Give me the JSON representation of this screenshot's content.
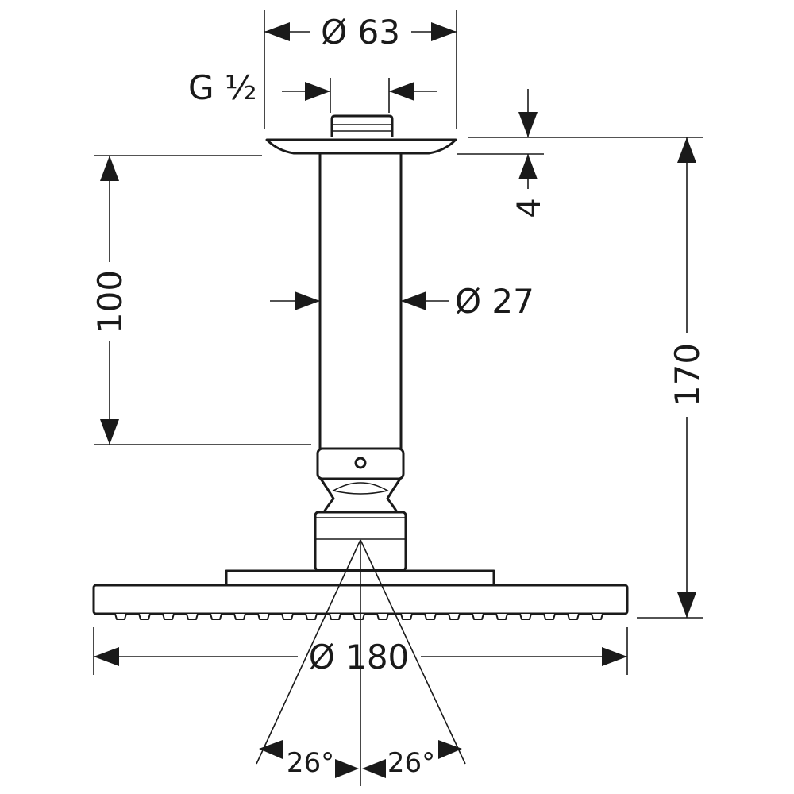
{
  "labels": {
    "flange_diameter": "Ø 63",
    "thread": "G ½",
    "flange_thickness": "4",
    "arm_length": "100",
    "arm_diameter": "Ø 27",
    "total_height": "170",
    "head_diameter": "Ø 180",
    "angle_left": "26°",
    "angle_right": "26°"
  },
  "colors": {
    "line": "#1a1a1a",
    "background": "#ffffff"
  }
}
